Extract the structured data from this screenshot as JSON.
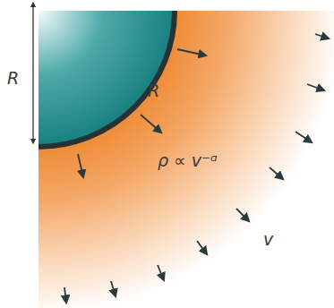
{
  "diagram": {
    "labels": [
      "R",
      "Ṙ",
      "ρ ∝ v⁻ᵅ",
      "v"
    ]
  }
}
